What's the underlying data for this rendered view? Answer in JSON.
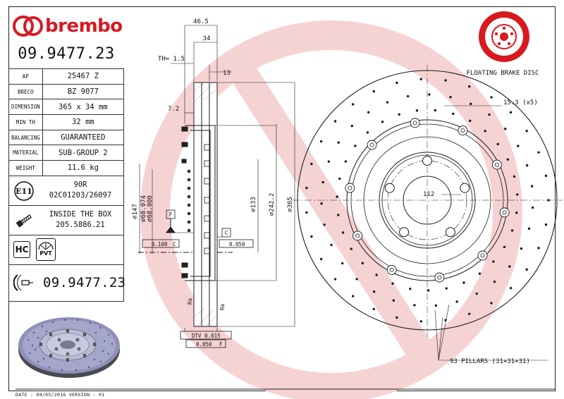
{
  "header": {
    "brand": "brembo",
    "part_number": "09.9477.23"
  },
  "specs": [
    {
      "key": "AP",
      "value": "25467 Z"
    },
    {
      "key": "BRECO",
      "value": "BZ 9077"
    },
    {
      "key": "DIMENSION",
      "value": "365 x 34 mm"
    },
    {
      "key": "MIN TH",
      "value": "32 mm"
    },
    {
      "key": "BALANCING",
      "value": "GUARANTEED"
    },
    {
      "key": "MATERIAL",
      "value": "SUB-GROUP 2"
    },
    {
      "key": "WEIGHT",
      "value": "11.6 kg"
    }
  ],
  "approval": {
    "mark": "E11",
    "line1": "90R",
    "line2": "02C01203/26097"
  },
  "inside_box": {
    "line1": "INSIDE THE BOX",
    "line2": "205.5886.21"
  },
  "badges": {
    "hc": "HC",
    "pvt": "PVT"
  },
  "footer_part_number": "09.9477.23",
  "footer": {
    "date_line": "DATE : 04/05/2016 VERSION : 01"
  },
  "drawing": {
    "dims_top": [
      "46.5",
      "34",
      "TH= 1.5",
      "13"
    ],
    "dim_7_2": "7.2",
    "vertical_dims": [
      "⌀147",
      "⌀68.074",
      "⌀68.000",
      "⌀133",
      "⌀242.2",
      "⌀365"
    ],
    "datum_f": "F",
    "datum_c": "C",
    "tol_left": "0.100",
    "tol_left_ref": "C",
    "tol_right": "0.050",
    "dtv": "DTV 0.015",
    "runout": "0.050",
    "runout_ref": "F",
    "ra_marks": [
      "Ra",
      "Ra"
    ],
    "pcd": "112",
    "holes": "15.3 (x5)",
    "pillars": "93 PILLARS (31+31+31)",
    "disc_type": "FLOATING BRAKE DISC"
  },
  "colors": {
    "brand_red": "#d71920",
    "watermark": "#f6d3d3",
    "line": "#1a1a1a"
  }
}
